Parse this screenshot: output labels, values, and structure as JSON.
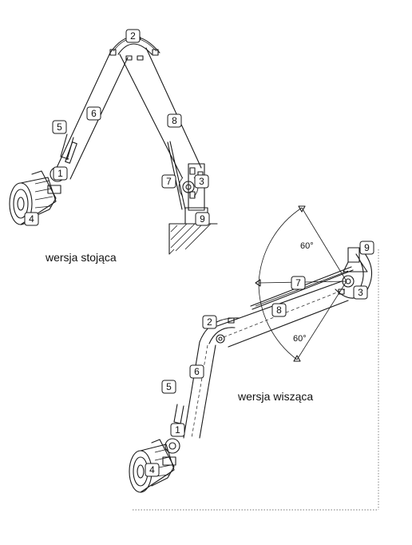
{
  "captions": {
    "standing": "wersja stojąca",
    "hanging": "wersja wisząca"
  },
  "angles": {
    "upper": "60°",
    "lower": "60°"
  },
  "callouts": {
    "standing": {
      "c1": "1",
      "c2": "2",
      "c3": "3",
      "c4": "4",
      "c5": "5",
      "c6": "6",
      "c7": "7",
      "c8": "8",
      "c9": "9"
    },
    "hanging": {
      "c1": "1",
      "c2": "2",
      "c3": "3",
      "c4": "4",
      "c5": "5",
      "c6": "6",
      "c7": "7",
      "c8": "8",
      "c9": "9"
    }
  }
}
